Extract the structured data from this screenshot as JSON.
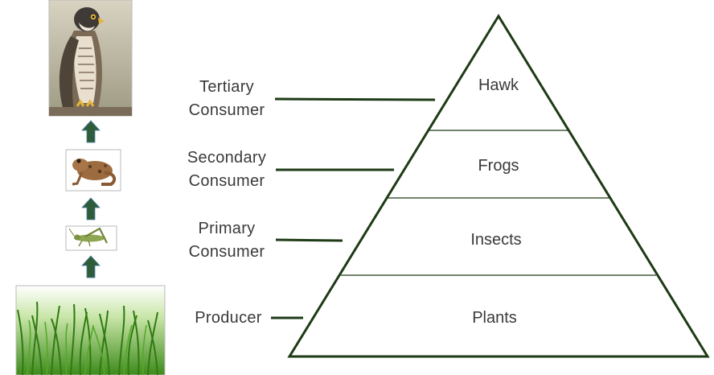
{
  "pyramid": {
    "levels": [
      {
        "name": "Hawk"
      },
      {
        "name": "Frogs"
      },
      {
        "name": "Insects"
      },
      {
        "name": "Plants"
      }
    ],
    "outline_color": "#1e3a16",
    "line_color": "#1e3a16"
  },
  "labels": [
    {
      "line1": "Tertiary",
      "line2": "Consumer"
    },
    {
      "line1": "Secondary",
      "line2": "Consumer"
    },
    {
      "line1": "Primary",
      "line2": "Consumer"
    },
    {
      "line1": "Producer",
      "line2": ""
    }
  ],
  "food_chain": {
    "images": [
      "hawk-photo",
      "frog-photo",
      "grasshopper-photo",
      "grass-photo"
    ],
    "arrow_color": "#2f5d3a",
    "arrow_icon": "up-arrow-icon"
  }
}
